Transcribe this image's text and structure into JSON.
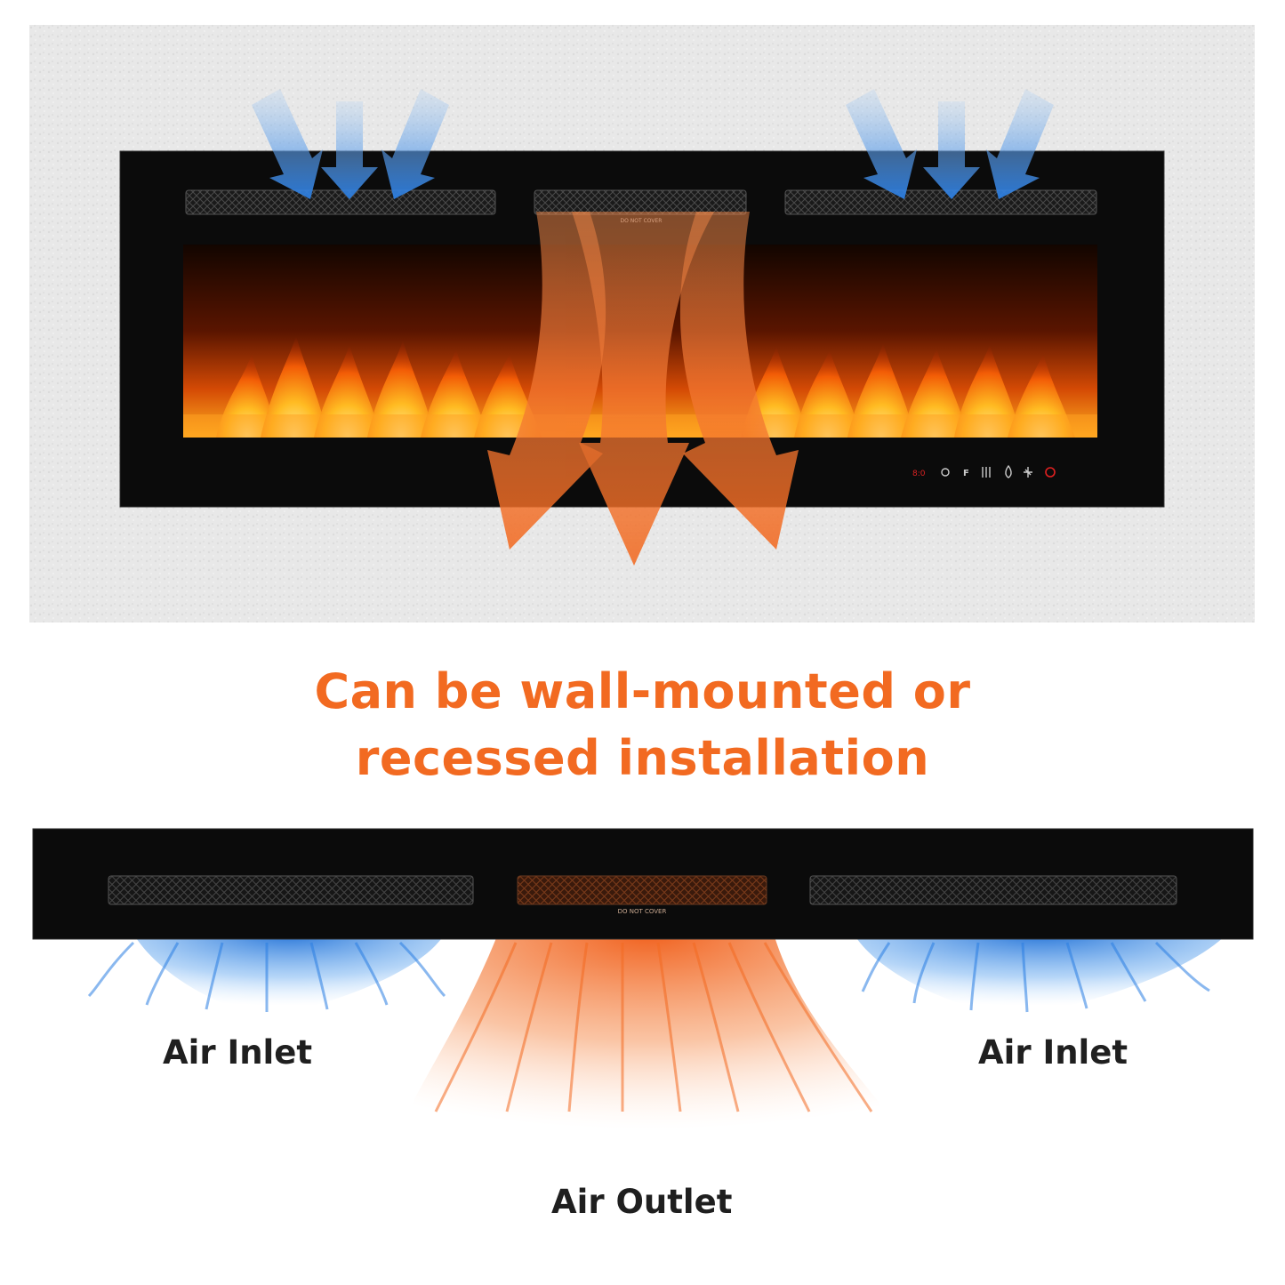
{
  "headline": {
    "line1": "Can be wall-mounted or",
    "line2": "recessed installation"
  },
  "fireplace": {
    "vent_label": "DO NOT COVER",
    "control_icons": [
      "timer-display-icon",
      "timer-icon",
      "fahrenheit-icon",
      "heat-icon",
      "flame-icon",
      "light-icon",
      "power-icon"
    ],
    "control_text": [
      "8:0",
      "",
      "F",
      "",
      "",
      "",
      ""
    ]
  },
  "airflow": {
    "inlet_left": "Air Inlet",
    "inlet_right": "Air Inlet",
    "outlet": "Air Outlet"
  },
  "colors": {
    "accent": "#f26a21",
    "inlet_blue": "#2a7de1",
    "outlet_orange": "#f26a21",
    "wall": "#e9e9e9",
    "panel": "#0d0d0d"
  }
}
